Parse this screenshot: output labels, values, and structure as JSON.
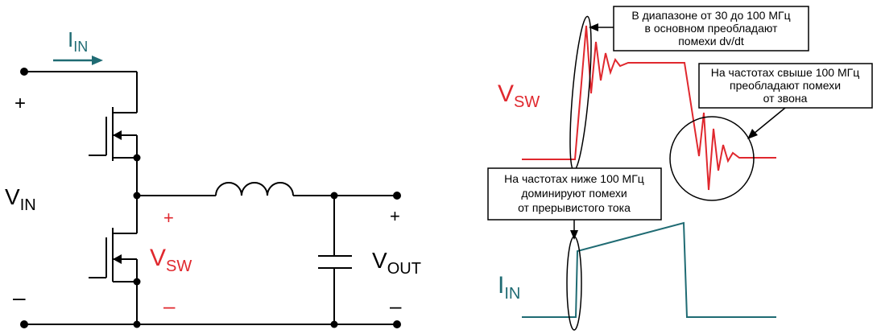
{
  "schematic": {
    "iin_main": "I",
    "iin_sub": "IN",
    "vin_main": "V",
    "vin_sub": "IN",
    "vsw_main": "V",
    "vsw_sub": "SW",
    "vout_main": "V",
    "vout_sub": "OUT",
    "plus": "+",
    "minus": "–"
  },
  "waveforms": {
    "vsw_main": "V",
    "vsw_sub": "SW",
    "iin_main": "I",
    "iin_sub": "IN"
  },
  "callouts": {
    "dvdt": [
      "В диапазоне от 30 до 100 МГц",
      "в основном преобладают",
      "помехи dv/dt"
    ],
    "ringing": [
      "На частотах свыше 100 МГц",
      "преобладают помехи",
      "от звона"
    ],
    "current": [
      "На частотах ниже 100 МГц",
      "доминируют помехи",
      "от прерывистого тока"
    ]
  },
  "colors": {
    "red": "#e0282e",
    "teal": "#1f6b73",
    "black": "#000000"
  }
}
